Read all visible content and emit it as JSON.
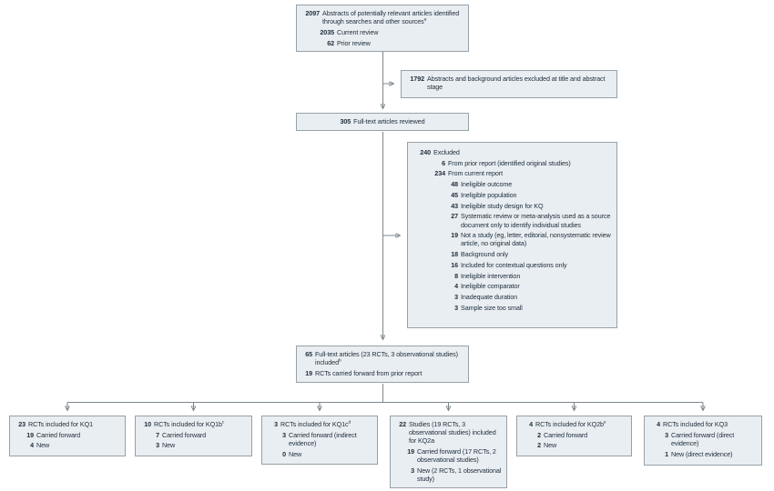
{
  "figure": {
    "type": "literature-search-flow-diagram",
    "colors": {
      "box_fill": "#e9eef2",
      "box_border": "#97a1a7",
      "text": "#21303e",
      "arrow": "#7d878d"
    },
    "boxes": {
      "abstracts": {
        "lines": [
          {
            "n": "2097",
            "t": "Abstracts of potentially relevant articles identified through searches and other sources",
            "sup": "a",
            "lvl": 0
          },
          {
            "n": "2035",
            "t": "Current review",
            "lvl": 1
          },
          {
            "n": "62",
            "t": "Prior review",
            "lvl": 1
          }
        ]
      },
      "title_excluded": {
        "lines": [
          {
            "n": "1792",
            "t": "Abstracts and background articles excluded at title and abstract stage",
            "lvl": 0
          }
        ]
      },
      "reviewed": {
        "lines": [
          {
            "n": "305",
            "t": "Full-text articles reviewed",
            "lvl": 0
          }
        ]
      },
      "fulltext_excluded": {
        "lines": [
          {
            "n": "240",
            "t": "Excluded",
            "lvl": 0
          },
          {
            "n": "6",
            "t": "From prior report (identified original studies)",
            "lvl": 1
          },
          {
            "n": "234",
            "t": "From current report",
            "lvl": 1
          },
          {
            "n": "48",
            "t": "Ineligible outcome",
            "lvl": 2
          },
          {
            "n": "45",
            "t": "Ineligible population",
            "lvl": 2
          },
          {
            "n": "43",
            "t": "Ineligible study design for KQ",
            "lvl": 2
          },
          {
            "n": "27",
            "t": "Systematic review or meta-analysis used as a source document only to identify individual studies",
            "lvl": 2
          },
          {
            "n": "19",
            "t": "Not a study (eg, letter, editorial, nonsystematic review article, no original data)",
            "lvl": 2
          },
          {
            "n": "18",
            "t": "Background only",
            "lvl": 2
          },
          {
            "n": "16",
            "t": "Included for contextual questions only",
            "lvl": 2
          },
          {
            "n": "8",
            "t": "Ineligible intervention",
            "lvl": 2
          },
          {
            "n": "4",
            "t": "Ineligible comparator",
            "lvl": 2
          },
          {
            "n": "3",
            "t": "Inadequate duration",
            "lvl": 2
          },
          {
            "n": "3",
            "t": "Sample size too small",
            "lvl": 2
          }
        ]
      },
      "included": {
        "lines": [
          {
            "n": "65",
            "t": "Full-text articles (23 RCTs, 3 observational studies) included",
            "sup": "b",
            "lvl": 0
          },
          {
            "n": "19",
            "t": "RCTs carried forward from prior report",
            "lvl": 0
          }
        ]
      },
      "kq1": {
        "lines": [
          {
            "n": "23",
            "t": "RCTs included for KQ1",
            "lvl": 0
          },
          {
            "n": "19",
            "t": "Carried forward",
            "lvl": 1
          },
          {
            "n": "4",
            "t": "New",
            "lvl": 1
          }
        ]
      },
      "kq1b": {
        "lines": [
          {
            "n": "10",
            "t": "RCTs included for KQ1b",
            "sup": "c",
            "lvl": 0
          },
          {
            "n": "7",
            "t": "Carried forward",
            "lvl": 1
          },
          {
            "n": "3",
            "t": "New",
            "lvl": 1
          }
        ]
      },
      "kq1c": {
        "lines": [
          {
            "n": "3",
            "t": "RCTs included for KQ1c",
            "sup": "d",
            "lvl": 0
          },
          {
            "n": "3",
            "t": "Carried forward (indirect evidence)",
            "lvl": 1
          },
          {
            "n": "0",
            "t": "New",
            "lvl": 1
          }
        ]
      },
      "kq2a": {
        "lines": [
          {
            "n": "22",
            "t": "Studies (19 RCTs, 3 observational studies) included for KQ2a",
            "lvl": 0
          },
          {
            "n": "19",
            "t": "Carried forward (17 RCTs, 2 observational studies)",
            "lvl": 1
          },
          {
            "n": "3",
            "t": "New (2 RCTs, 1 observational study)",
            "lvl": 1
          }
        ]
      },
      "kq2b": {
        "lines": [
          {
            "n": "4",
            "t": "RCTs included for KQ2b",
            "sup": "e",
            "lvl": 0
          },
          {
            "n": "2",
            "t": "Carried forward",
            "lvl": 1
          },
          {
            "n": "2",
            "t": "New",
            "lvl": 1
          }
        ]
      },
      "kq3": {
        "lines": [
          {
            "n": "4",
            "t": "RCTs included for KQ3",
            "lvl": 0
          },
          {
            "n": "3",
            "t": "Carried forward (direct evidence)",
            "lvl": 1
          },
          {
            "n": "1",
            "t": "New (direct evidence)",
            "lvl": 1
          }
        ]
      }
    }
  }
}
